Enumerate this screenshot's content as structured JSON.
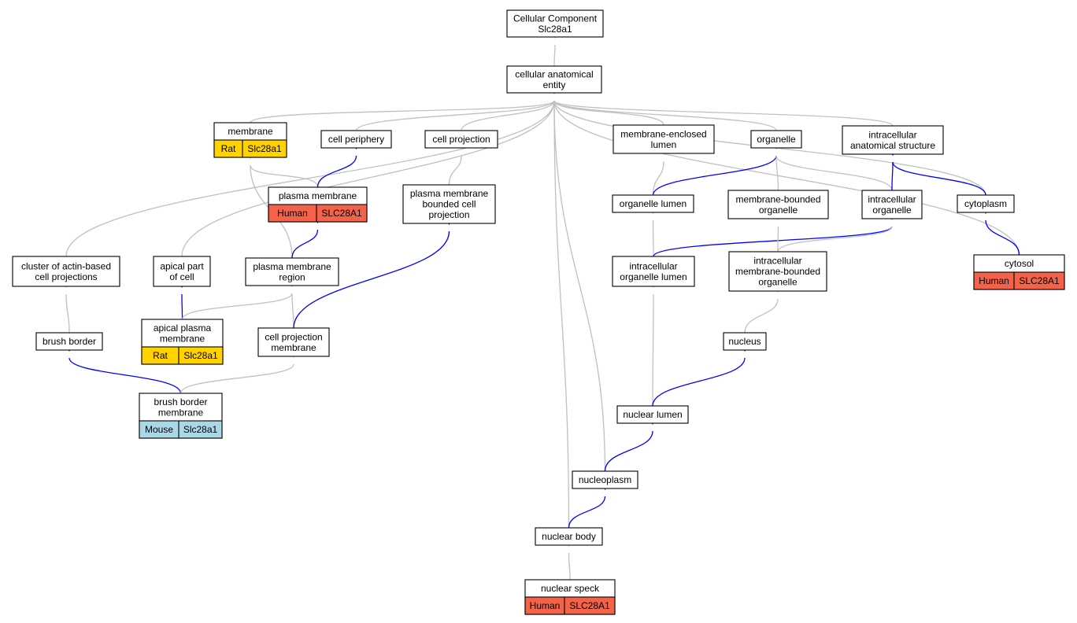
{
  "nodes": {
    "root": {
      "lines": [
        "Cellular Component",
        "Slc28a1"
      ]
    },
    "cae": {
      "lines": [
        "cellular anatomical",
        "entity"
      ]
    },
    "membrane": {
      "lines": [
        "membrane"
      ],
      "species": "Rat",
      "gene": "Slc28a1"
    },
    "periphery": {
      "lines": [
        "cell periphery"
      ]
    },
    "projection": {
      "lines": [
        "cell projection"
      ]
    },
    "enclosed": {
      "lines": [
        "membrane-enclosed",
        "lumen"
      ]
    },
    "organelle": {
      "lines": [
        "organelle"
      ]
    },
    "ias": {
      "lines": [
        "intracellular",
        "anatomical structure"
      ]
    },
    "plasma": {
      "lines": [
        "plasma membrane"
      ],
      "species": "Human",
      "gene": "SLC28A1"
    },
    "pmbcp": {
      "lines": [
        "plasma membrane",
        "bounded cell",
        "projection"
      ]
    },
    "olumen": {
      "lines": [
        "organelle lumen"
      ]
    },
    "mbo": {
      "lines": [
        "membrane-bounded",
        "organelle"
      ]
    },
    "io": {
      "lines": [
        "intracellular",
        "organelle"
      ]
    },
    "cytoplasm": {
      "lines": [
        "cytoplasm"
      ]
    },
    "cabcp": {
      "lines": [
        "cluster of actin-based",
        "cell projections"
      ]
    },
    "apical": {
      "lines": [
        "apical part",
        "of cell"
      ]
    },
    "pmr": {
      "lines": [
        "plasma membrane",
        "region"
      ]
    },
    "iol": {
      "lines": [
        "intracellular",
        "organelle lumen"
      ]
    },
    "imbo": {
      "lines": [
        "intracellular",
        "membrane-bounded",
        "organelle"
      ]
    },
    "cytosol": {
      "lines": [
        "cytosol"
      ],
      "species": "Human",
      "gene": "SLC28A1"
    },
    "brush": {
      "lines": [
        "brush border"
      ]
    },
    "apm": {
      "lines": [
        "apical plasma",
        "membrane"
      ],
      "species": "Rat",
      "gene": "Slc28a1"
    },
    "cpm": {
      "lines": [
        "cell projection",
        "membrane"
      ]
    },
    "nucleus": {
      "lines": [
        "nucleus"
      ]
    },
    "bbm": {
      "lines": [
        "brush border",
        "membrane"
      ],
      "species": "Mouse",
      "gene": "Slc28a1"
    },
    "nlumen": {
      "lines": [
        "nuclear lumen"
      ]
    },
    "nucleoplasm": {
      "lines": [
        "nucleoplasm"
      ]
    },
    "nbody": {
      "lines": [
        "nuclear body"
      ]
    },
    "speck": {
      "lines": [
        "nuclear speck"
      ],
      "species": "Human",
      "gene": "SLC28A1"
    }
  },
  "edges": [
    {
      "from": "cae",
      "to": "root",
      "type": "is_a"
    },
    {
      "from": "membrane",
      "to": "cae",
      "type": "is_a"
    },
    {
      "from": "periphery",
      "to": "cae",
      "type": "is_a"
    },
    {
      "from": "projection",
      "to": "cae",
      "type": "is_a"
    },
    {
      "from": "enclosed",
      "to": "cae",
      "type": "is_a"
    },
    {
      "from": "organelle",
      "to": "cae",
      "type": "is_a"
    },
    {
      "from": "ias",
      "to": "cae",
      "type": "is_a"
    },
    {
      "from": "cabcp",
      "to": "cae",
      "type": "is_a"
    },
    {
      "from": "apical",
      "to": "cae",
      "type": "is_a"
    },
    {
      "from": "cytoplasm",
      "to": "cae",
      "type": "is_a"
    },
    {
      "from": "cytosol",
      "to": "cae",
      "type": "is_a"
    },
    {
      "from": "nbody",
      "to": "cae",
      "type": "is_a"
    },
    {
      "from": "nucleoplasm",
      "to": "cae",
      "type": "is_a"
    },
    {
      "from": "plasma",
      "to": "membrane",
      "type": "is_a"
    },
    {
      "from": "plasma",
      "to": "periphery",
      "type": "part_of"
    },
    {
      "from": "pmr",
      "to": "membrane",
      "type": "is_a"
    },
    {
      "from": "pmr",
      "to": "plasma",
      "type": "part_of"
    },
    {
      "from": "pmbcp",
      "to": "projection",
      "type": "is_a"
    },
    {
      "from": "olumen",
      "to": "enclosed",
      "type": "is_a"
    },
    {
      "from": "olumen",
      "to": "organelle",
      "type": "part_of"
    },
    {
      "from": "mbo",
      "to": "organelle",
      "type": "is_a"
    },
    {
      "from": "io",
      "to": "organelle",
      "type": "is_a"
    },
    {
      "from": "io",
      "to": "ias",
      "type": "part_of"
    },
    {
      "from": "cytoplasm",
      "to": "ias",
      "type": "part_of"
    },
    {
      "from": "cytosol",
      "to": "cytoplasm",
      "type": "part_of"
    },
    {
      "from": "iol",
      "to": "olumen",
      "type": "is_a"
    },
    {
      "from": "iol",
      "to": "io",
      "type": "part_of"
    },
    {
      "from": "imbo",
      "to": "mbo",
      "type": "is_a"
    },
    {
      "from": "imbo",
      "to": "io",
      "type": "is_a"
    },
    {
      "from": "brush",
      "to": "cabcp",
      "type": "is_a"
    },
    {
      "from": "apm",
      "to": "apical",
      "type": "part_of"
    },
    {
      "from": "apm",
      "to": "pmr",
      "type": "is_a"
    },
    {
      "from": "cpm",
      "to": "pmr",
      "type": "is_a"
    },
    {
      "from": "cpm",
      "to": "pmbcp",
      "type": "part_of"
    },
    {
      "from": "bbm",
      "to": "brush",
      "type": "part_of"
    },
    {
      "from": "bbm",
      "to": "cpm",
      "type": "is_a"
    },
    {
      "from": "nucleus",
      "to": "imbo",
      "type": "is_a"
    },
    {
      "from": "nlumen",
      "to": "iol",
      "type": "is_a"
    },
    {
      "from": "nlumen",
      "to": "nucleus",
      "type": "part_of"
    },
    {
      "from": "nucleoplasm",
      "to": "nlumen",
      "type": "part_of"
    },
    {
      "from": "nbody",
      "to": "nucleoplasm",
      "type": "part_of"
    },
    {
      "from": "speck",
      "to": "nbody",
      "type": "is_a"
    }
  ],
  "colors": {
    "is_a": "#c0c0c0",
    "part_of": "#0000ff",
    "species": {
      "Human": "#f4624a",
      "Rat": "#ffd200",
      "Mouse": "#aad8e6"
    }
  }
}
